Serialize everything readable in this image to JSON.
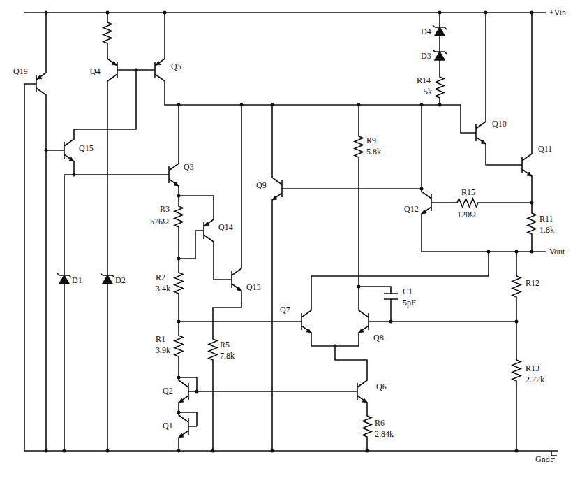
{
  "diagram": {
    "labels": [
      "+Vin",
      "Q19",
      "Q4",
      "Q5",
      "Q15",
      "Q3",
      "D1",
      "D2",
      "R3",
      "576Ω",
      "Q14",
      "R2",
      "3.4k",
      "R1",
      "3.9k",
      "Q2",
      "Q1",
      "R5",
      "7.8k",
      "Q13",
      "Q9",
      "R9",
      "5.8k",
      "Q7",
      "Q8",
      "C1",
      "5pF",
      "Q6",
      "R6",
      "2.84k",
      "D4",
      "D3",
      "R14",
      "5k",
      "Q10",
      "Q11",
      "Q12",
      "R15",
      "120Ω",
      "R11",
      "1.8k",
      "R12",
      "R13",
      "2.22k",
      "Vout",
      "Gnd"
    ]
  }
}
